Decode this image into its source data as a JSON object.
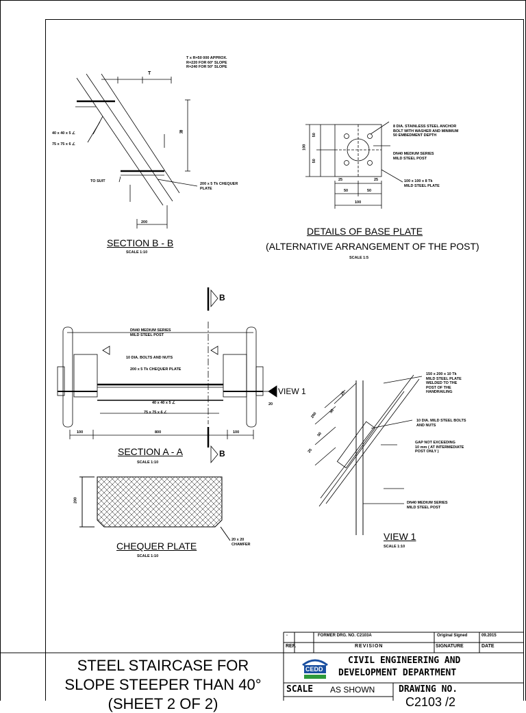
{
  "drawing": {
    "section_bb": {
      "title": "SECTION  B - B",
      "scale": "SCALE  1:10",
      "note_lines": [
        "T x R=50 000 APPROX.",
        "R=220 FOR 60° SLOPE",
        "R=240 FOR 50° SLOPE"
      ],
      "dim_t": "T",
      "dim_r": "R",
      "dim_200": "200",
      "angle_a": "40 x 40 x 5 ∠",
      "angle_b": "75 x 75 x 6 ∠",
      "to_suit": "TO SUIT",
      "chequer": [
        "200 x 5 Tk CHEQUER",
        "PLATE"
      ]
    },
    "base_plate": {
      "title": "DETAILS OF BASE PLATE",
      "subtitle": "(ALTERNATIVE ARRANGEMENT OF THE POST)",
      "scale": "SCALE  1:5",
      "note_anchor": [
        "8 DIA. STAINLESS STEEL ANCHOR",
        "BOLT WITH WASHER AND MINIMUM",
        "50 EMBEDMENT DEPTH"
      ],
      "note_post": [
        "DN40 MEDIUM SERIES",
        "MILD STEEL POST"
      ],
      "note_plate": [
        "100 x 100 x 8 Tk",
        "MILD STEEL PLATE"
      ],
      "dim_100_v": "100",
      "dim_50_a": "50",
      "dim_50_b": "50",
      "dim_25_a": "25",
      "dim_25_b": "25",
      "dim_50_c": "50",
      "dim_50_d": "50",
      "dim_100_h": "100"
    },
    "section_aa": {
      "title": "SECTION  A - A",
      "scale": "SCALE  1:10",
      "b_mark_top": "B",
      "b_mark_bottom": "B",
      "view_mark": "VIEW  1",
      "note_post": [
        "DN40 MEDIUM SERIES",
        "MILD STEEL POST"
      ],
      "note_bolts": "10 DIA. BOLTS AND NUTS",
      "note_chequer": "200 x 5 Tk CHEQUER PLATE",
      "note_angle_a": "40 x 40 x 5 ∠",
      "note_angle_b": "75 x 75 x 6 ∠",
      "dim_100_l": "100",
      "dim_800": "800",
      "dim_100_r": "100",
      "dim_20": "20"
    },
    "chequer_plate": {
      "title": "CHEQUER PLATE",
      "scale": "SCALE  1:10",
      "dim_200": "200",
      "chamfer": [
        "20 x 20",
        "CHAMFER"
      ]
    },
    "view1": {
      "title": "VIEW  1",
      "scale": "SCALE  1:10",
      "note_plate": [
        "150 x 200 x 10 Tk",
        "MILD STEEL PLATE",
        "WELDED TO THE",
        "POST OF THE",
        "HANDRAILING"
      ],
      "note_bolts": [
        "10 DIA. MILD STEEL BOLTS",
        "AND NUTS"
      ],
      "note_gap": [
        "GAP NOT EXCEEDING",
        "10 mm  ( AT INTERMEDIATE",
        "POST ONLY )"
      ],
      "note_post": [
        "DN40 MEDIUM SERIES",
        "MILD STEEL POST"
      ],
      "dims": [
        "25",
        "50",
        "200",
        "50",
        "25"
      ]
    }
  },
  "title_block": {
    "rev_row1": [
      "-",
      "FORMER DRG. NO. C2103A",
      "Original Signed",
      "09.2015"
    ],
    "rev_header": [
      "REF.",
      "REVISION",
      "SIGNATURE",
      "DATE"
    ],
    "title_lines": [
      "STEEL STAIRCASE FOR",
      "SLOPE STEEPER THAN 40°",
      "(SHEET 2 OF 2)"
    ],
    "dept_line1": "CIVIL  ENGINEERING  AND",
    "dept_line2": "DEVELOPMENT  DEPARTMENT",
    "logo_text": "CEDD",
    "scale_label": "SCALE",
    "scale_value": "AS SHOWN",
    "drawing_no_label": "DRAWING NO.",
    "drawing_no_value": "C2103 /2"
  }
}
